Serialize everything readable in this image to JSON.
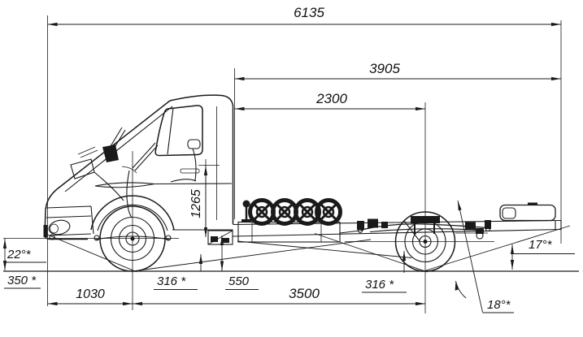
{
  "drawing": {
    "background": "#ffffff",
    "ink_color": "#1a1a1a",
    "dimensions": {
      "overall_length": "6135",
      "cab_back_to_frame_end": "3905",
      "cab_back_to_rear_axle": "2300",
      "frame_height": "1265",
      "front_overhang": "1030",
      "wheelbase": "3500",
      "approach_angle": "22°*",
      "front_height": "350 *",
      "clearance_front": "316 *",
      "clearance_middle": "550",
      "clearance_rear": "316 *",
      "departure_angle": "17°*",
      "ramp_angle": "18°*"
    }
  }
}
